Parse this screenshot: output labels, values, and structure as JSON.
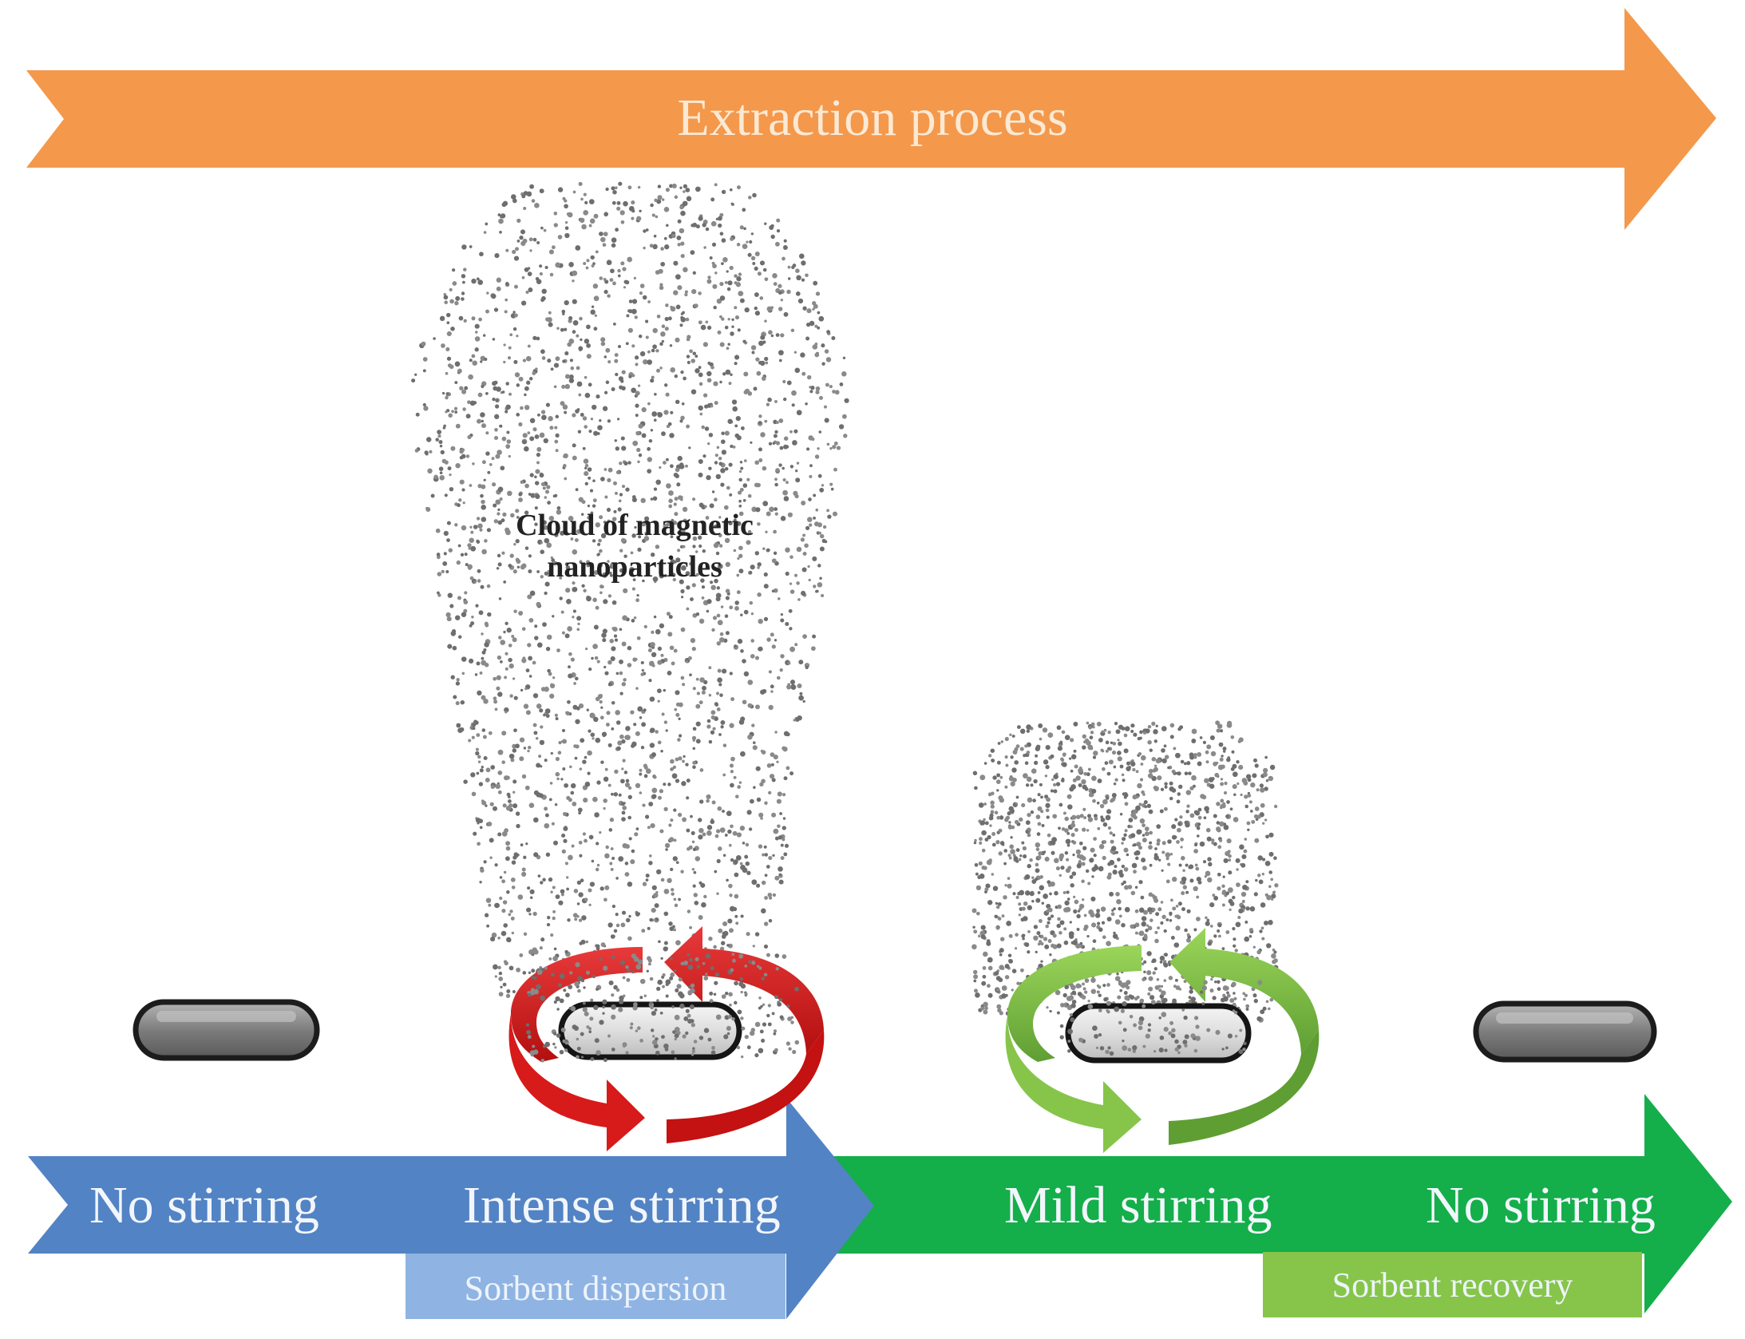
{
  "title": "Extraction process",
  "cloud_label": [
    "Cloud of magnetic",
    "nanoparticles"
  ],
  "phases": [
    {
      "label": "No stirring"
    },
    {
      "label": "Intense stirring"
    },
    {
      "label": "Mild stirring"
    },
    {
      "label": "No stirring"
    }
  ],
  "sublabels": {
    "dispersion": "Sorbent dispersion",
    "recovery": "Sorbent recovery"
  },
  "colors": {
    "process_arrow": "#f4984b",
    "blue_band": "#5283c4",
    "blue_box": "#8fb4e3",
    "green_band": "#14ae4a",
    "green_box": "#86c54a",
    "intense_arrows": "#d71a1a",
    "mild_arrows": "#72b43c",
    "stir_bar": "#7d7d7d",
    "particles": "#6e6e6e"
  },
  "icons": [
    "stir-bar-icon",
    "rotation-arrows-icon",
    "particle-cloud-icon"
  ]
}
